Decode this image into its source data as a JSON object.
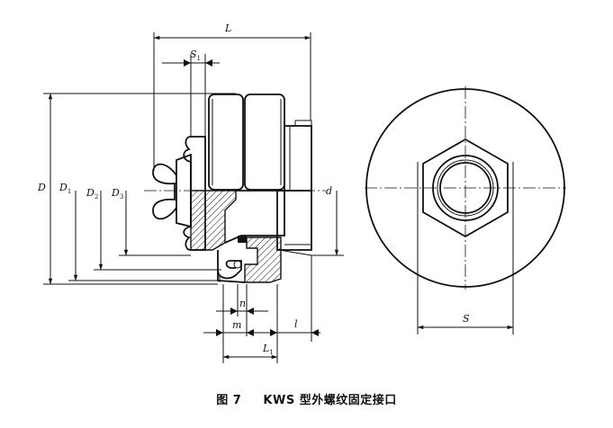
{
  "caption": {
    "figure": "图 7",
    "title": "KWS 型外螺纹固定接口"
  },
  "labels": {
    "L": "L",
    "S1_main": "S",
    "S1_sub": "1",
    "D": "D",
    "D1_main": "D",
    "D1_sub": "1",
    "D2_main": "D",
    "D2_sub": "2",
    "D3_main": "D",
    "D3_sub": "3",
    "d": "d",
    "n": "n",
    "m": "m",
    "l": "l",
    "L1_main": "L",
    "L1_sub": "1",
    "S": "S"
  }
}
